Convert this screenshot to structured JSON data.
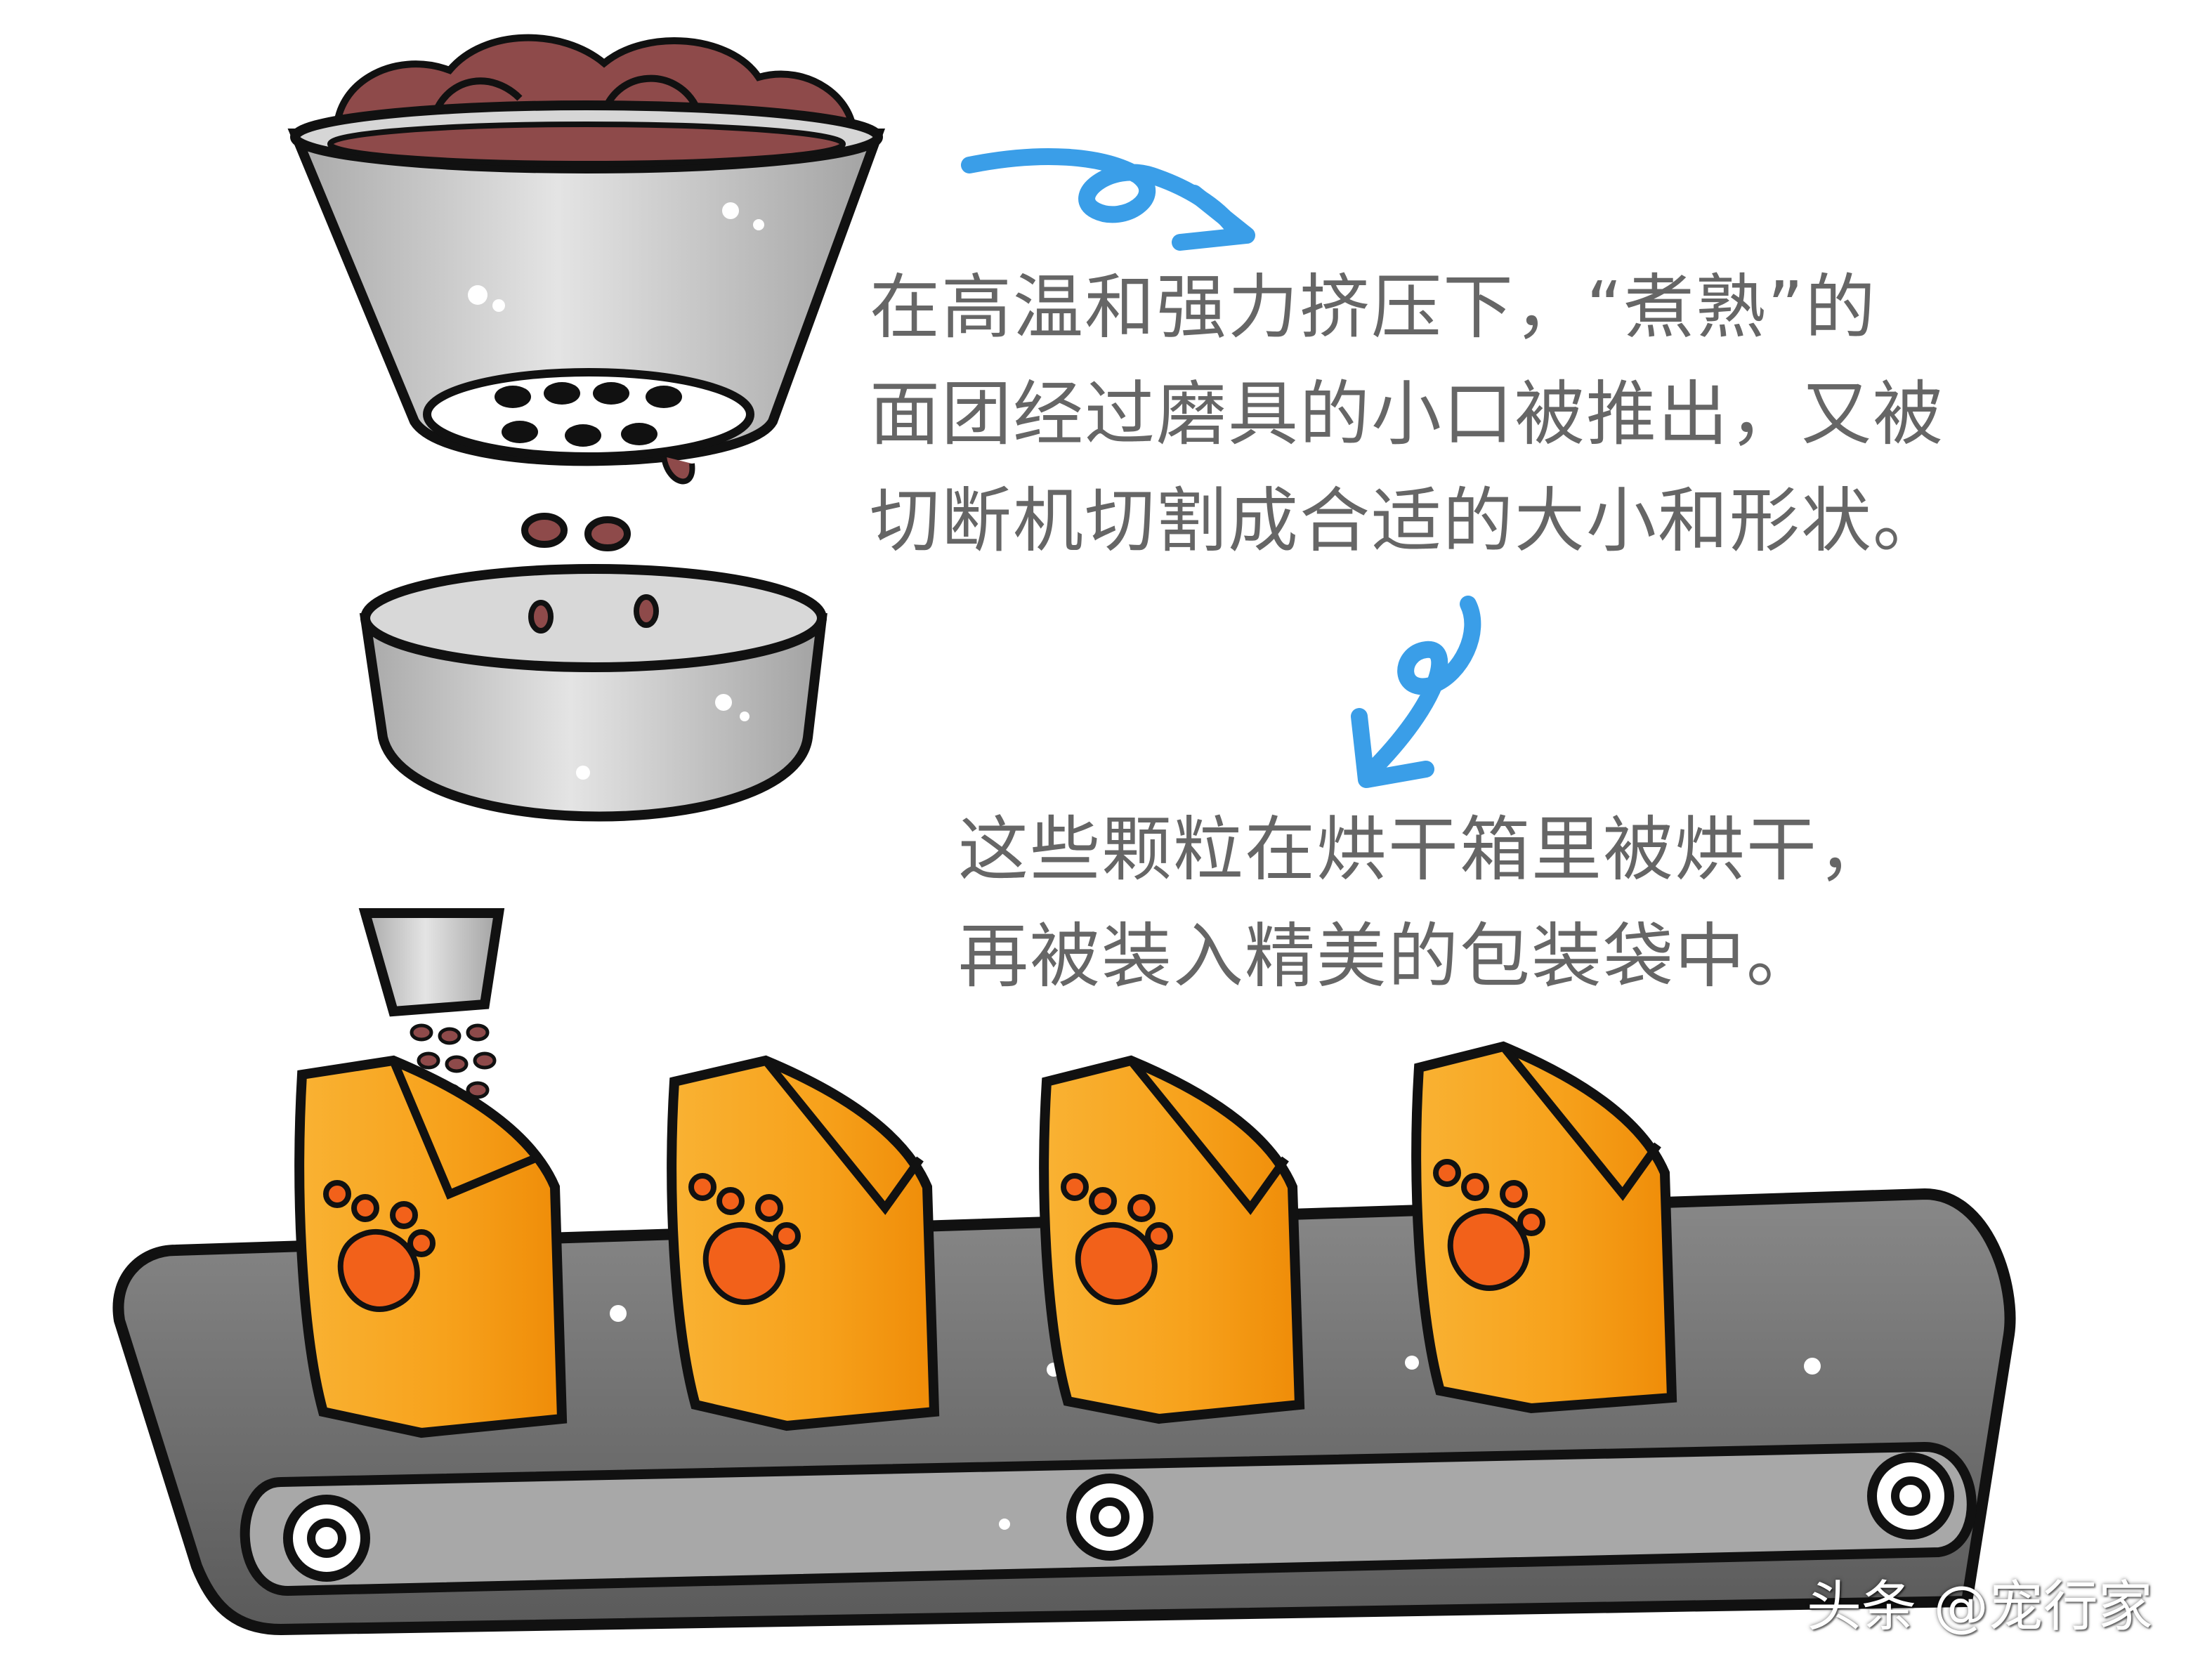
{
  "captions": {
    "extrusion": {
      "lines": [
        "在高温和强力挤压下，“煮熟”的",
        "面团经过磨具的小口被推出，又被",
        "切断机切割成合适的大小和形状。"
      ]
    },
    "drying": {
      "lines": [
        "这些颗粒在烘干箱里被烘干，",
        "再被装入精美的包装袋中。"
      ]
    }
  },
  "watermark": "头条 @宠行家",
  "colors": {
    "outline": "#111111",
    "steel": "#bdbdbd",
    "steel_light": "#e2e2e2",
    "meat": "#8e4a4a",
    "arrow": "#3a9ee8",
    "bag": "#f6a623",
    "bag_dark": "#e7880e",
    "paw": "#f2611a",
    "belt": "#6f6f6f",
    "belt_inner": "#9a9a9a"
  },
  "icons": [
    "hopper-icon",
    "bowl-icon",
    "arrow-icon",
    "dispenser-icon",
    "food-bag-icon",
    "paw-print-icon",
    "conveyor-belt-icon"
  ]
}
